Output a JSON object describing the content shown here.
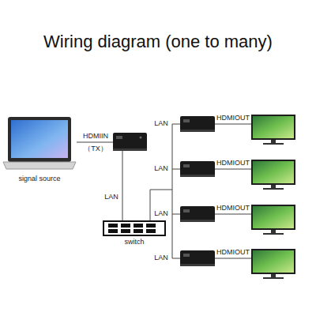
{
  "diagram": {
    "title": "Wiring diagram (one to many)",
    "nodes": [
      {
        "text": [
          "signal source"
        ]
      },
      {
        "text": [
          "switch"
        ]
      }
    ],
    "labels": [
      "LAN",
      "HDMIOUT",
      "HDMIIN",
      "（TX）",
      "LAN",
      "HDMIOUT",
      "LAN",
      "LAN",
      "HDMIOUT",
      "LAN",
      "HDMIOUT"
    ]
  }
}
